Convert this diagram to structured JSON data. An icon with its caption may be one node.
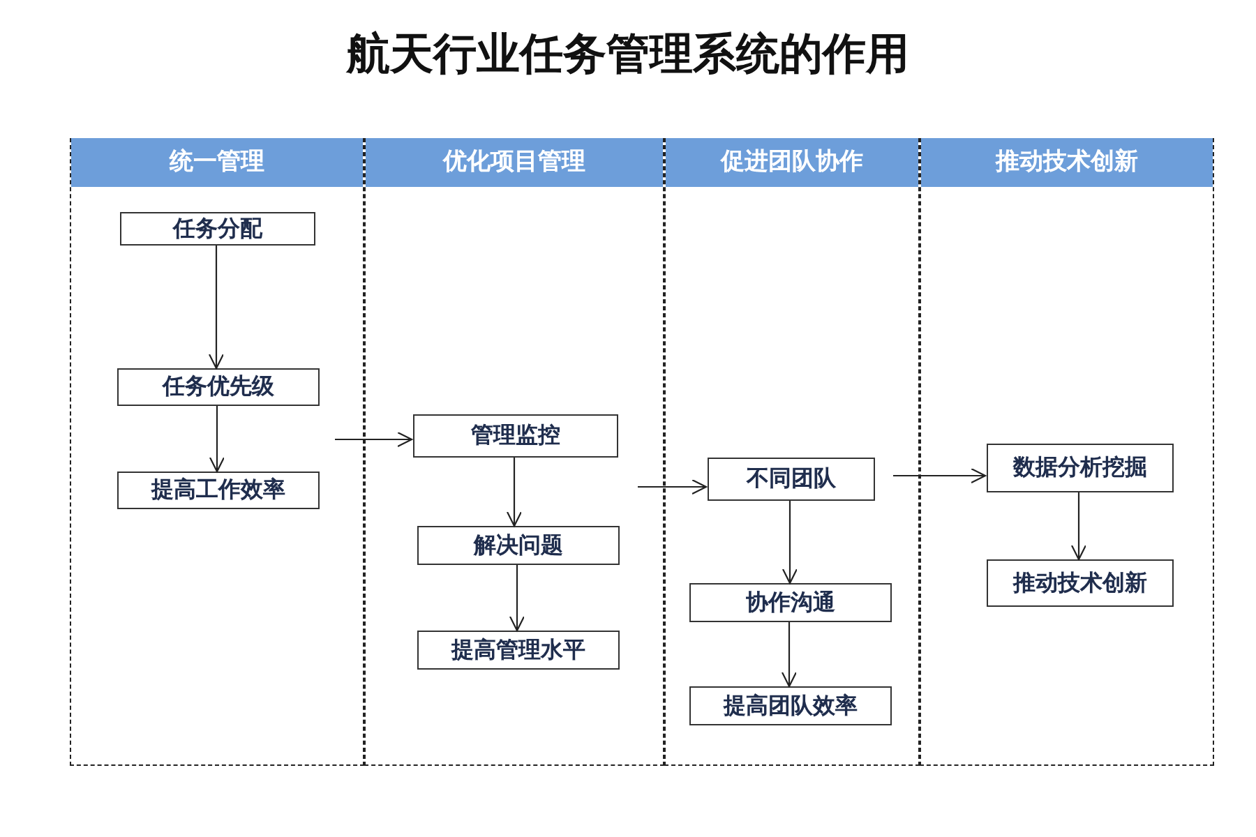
{
  "diagram": {
    "title": "航天行业任务管理系统的作用",
    "nodes": [
      {
        "text": [
          "统一管理"
        ]
      },
      {
        "text": [
          "任务分配"
        ],
        "in": 0
      },
      {
        "text": [
          "任务优先级"
        ],
        "in": 0
      },
      {
        "text": [
          "提高工作效率"
        ],
        "in": 0
      },
      {
        "text": [
          "优化项目管理"
        ]
      },
      {
        "text": [
          "管理监控"
        ],
        "in": 4
      },
      {
        "text": [
          "解决问题"
        ],
        "in": 4
      },
      {
        "text": [
          "提高管理水平"
        ],
        "in": 4
      },
      {
        "text": [
          "促进团队协作"
        ]
      },
      {
        "text": [
          "不同团队"
        ],
        "in": 8
      },
      {
        "text": [
          "协作沟通"
        ],
        "in": 8
      },
      {
        "text": [
          "提高团队效率"
        ],
        "in": 8
      },
      {
        "text": [
          "推动技术创新"
        ]
      },
      {
        "text": [
          "数据分析挖掘"
        ],
        "in": 12
      },
      {
        "text": [
          "推动技术创新"
        ],
        "in": 12
      }
    ],
    "edges": [
      {
        "from": 1,
        "to": 2,
        "arrow": "to"
      },
      {
        "from": 2,
        "to": 3,
        "arrow": "to"
      },
      {
        "from": null,
        "to": 5,
        "arrow": "to"
      },
      {
        "from": 5,
        "to": 6,
        "arrow": "to"
      },
      {
        "from": 6,
        "to": 7,
        "arrow": "to"
      },
      {
        "from": null,
        "to": 9,
        "arrow": "to"
      },
      {
        "from": 9,
        "to": 10,
        "arrow": "to"
      },
      {
        "from": 10,
        "to": 11,
        "arrow": "to"
      },
      {
        "from": null,
        "to": 13,
        "arrow": "to"
      },
      {
        "from": 13,
        "to": 14,
        "arrow": "to"
      }
    ]
  }
}
